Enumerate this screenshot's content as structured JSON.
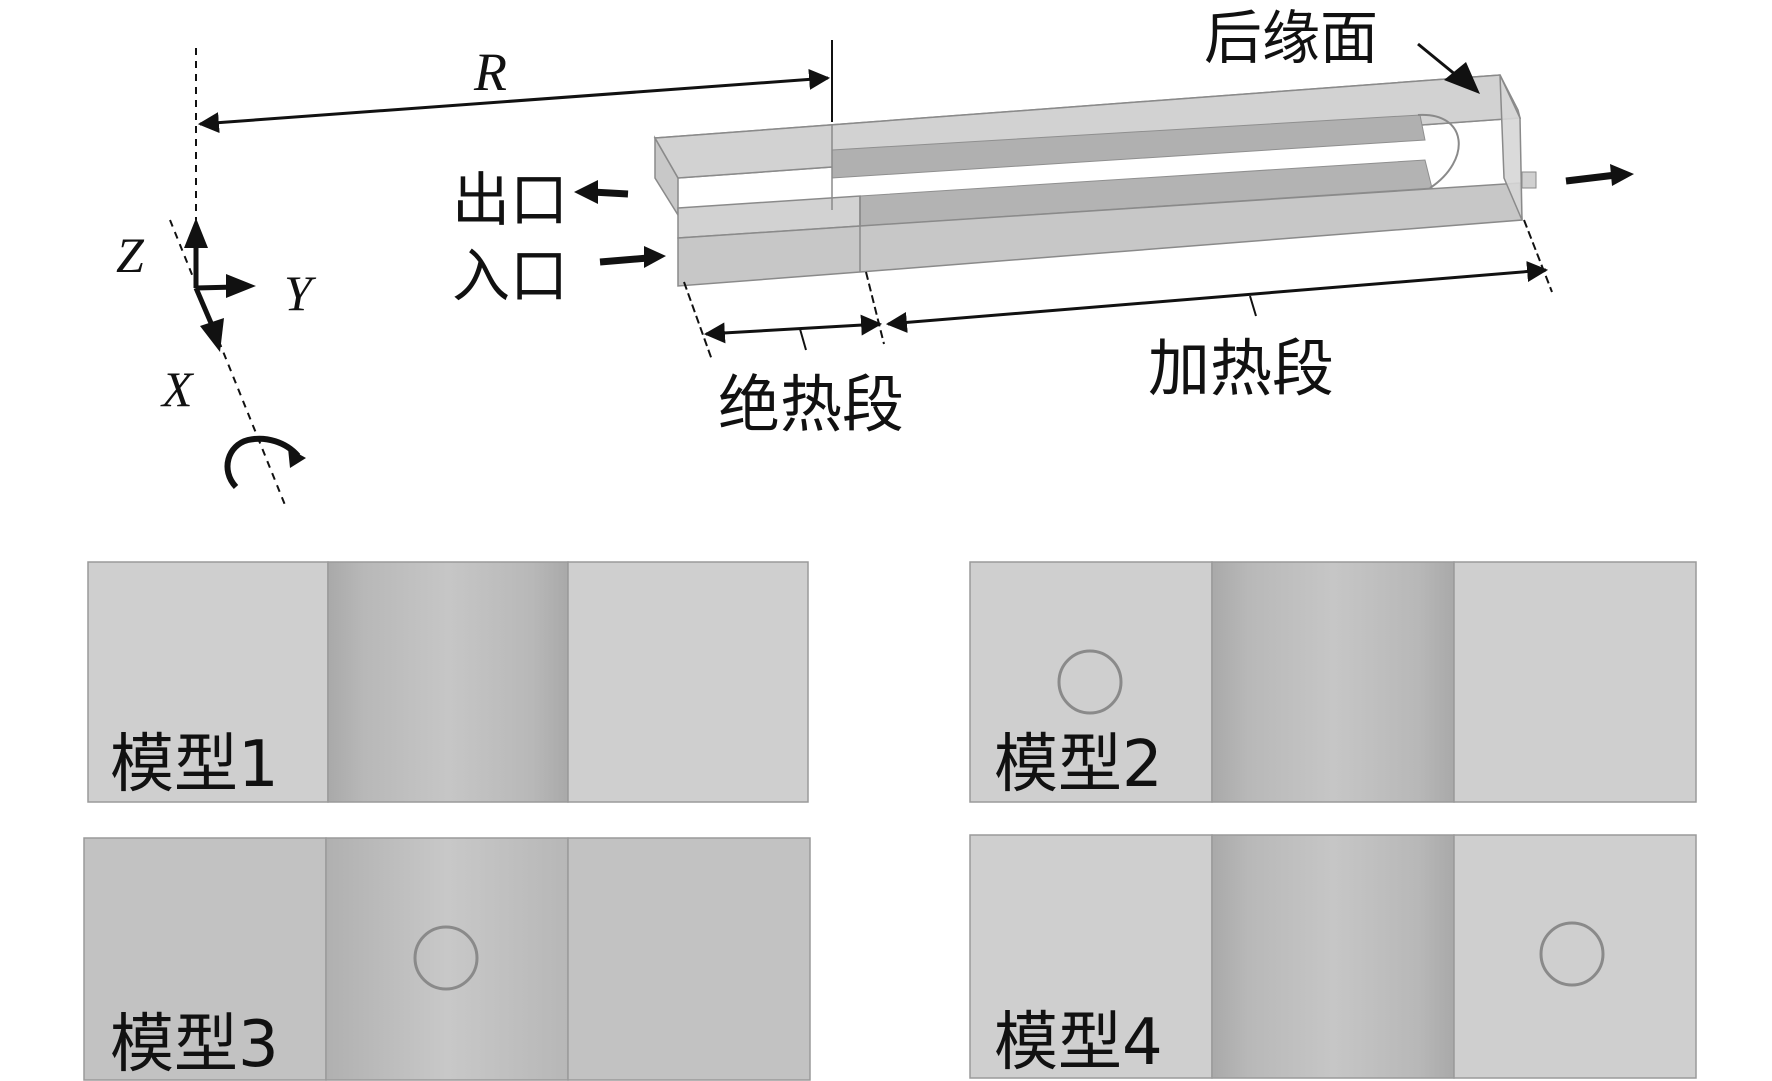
{
  "diagram": {
    "labels": {
      "radius": "R",
      "trailing_face": "后缘面",
      "outlet": "出口",
      "inlet": "入口",
      "adiabatic_section": "绝热段",
      "heating_section": "加热段"
    },
    "axes": {
      "z": "Z",
      "y": "Y",
      "x": "X"
    },
    "models": [
      {
        "label": "模型1",
        "hole": "none"
      },
      {
        "label": "模型2",
        "hole": "left"
      },
      {
        "label": "模型3",
        "hole": "center"
      },
      {
        "label": "模型4",
        "hole": "right"
      }
    ],
    "colors": {
      "line": "#111111",
      "panel_light": "#cfcfcf",
      "panel_dark_3": "#c2c2c2",
      "channel_mid": "#bdbdbd",
      "channel_edge": "#a8a8a8",
      "panel_border": "#9a9a9a",
      "hole_stroke": "#8a8a8a"
    }
  }
}
